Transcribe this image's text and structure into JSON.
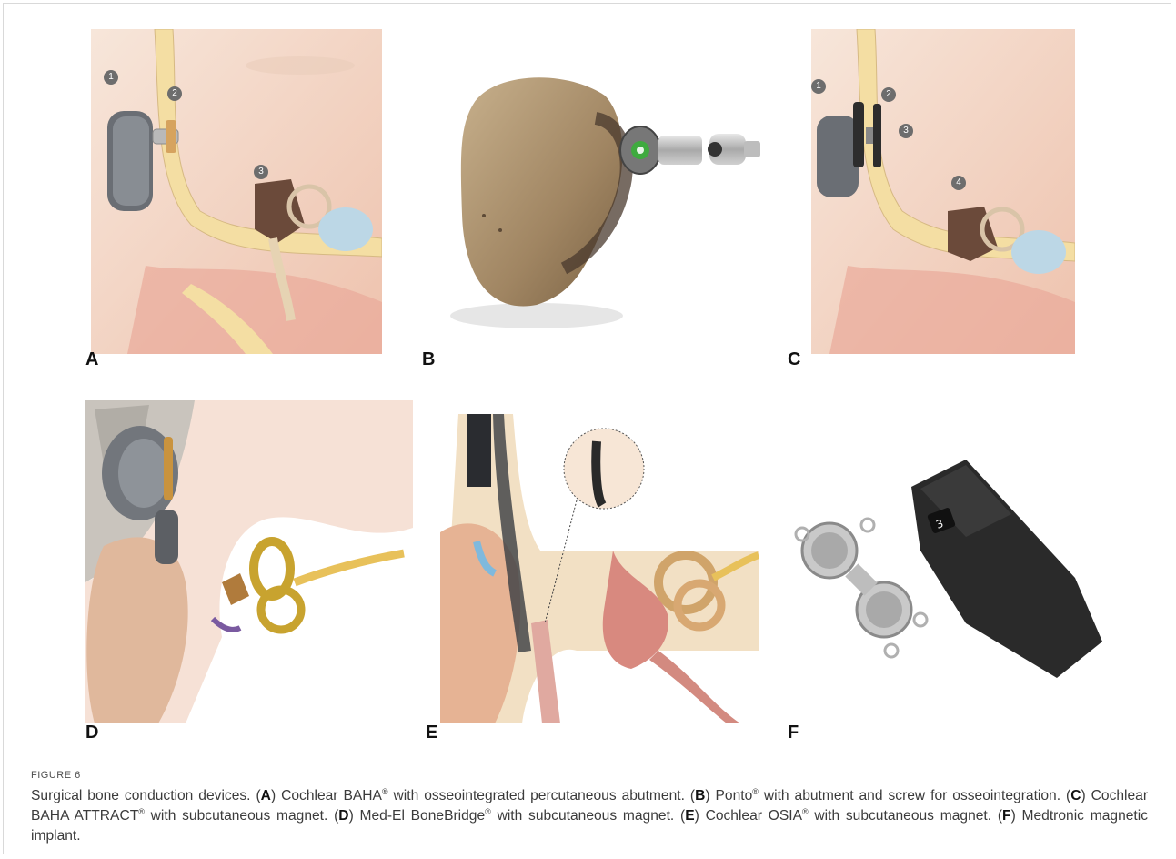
{
  "figure": {
    "label": "FIGURE 6",
    "panels": [
      {
        "letter": "A",
        "callouts": [
          "1",
          "2",
          "3"
        ]
      },
      {
        "letter": "B",
        "callouts": []
      },
      {
        "letter": "C",
        "callouts": [
          "1",
          "2",
          "3",
          "4"
        ]
      },
      {
        "letter": "D",
        "callouts": []
      },
      {
        "letter": "E",
        "callouts": []
      },
      {
        "letter": "F",
        "callouts": []
      }
    ],
    "implant_dial_number": "3",
    "caption": {
      "lead": "Surgical bone conduction devices.",
      "items": [
        {
          "ref": "A",
          "name": "Cochlear BAHA",
          "mark": "®",
          "rest": "with osseointegrated percutaneous abutment."
        },
        {
          "ref": "B",
          "name": "Ponto",
          "mark": "®",
          "rest": "with abutment and screw for osseointegration."
        },
        {
          "ref": "C",
          "name": "Cochlear BAHA ATTRACT",
          "mark": "®",
          "rest": "with subcutaneous magnet."
        },
        {
          "ref": "D",
          "name": "Med-El BoneBridge",
          "mark": "®",
          "rest": "with subcutaneous magnet."
        },
        {
          "ref": "E",
          "name": "Cochlear OSIA",
          "mark": "®",
          "rest": "with subcutaneous magnet."
        },
        {
          "ref": "F",
          "name": "Medtronic magnetic implant.",
          "mark": "",
          "rest": ""
        }
      ]
    }
  },
  "colors": {
    "skin": "#f3d9c8",
    "bone": "#f2dca6",
    "device_gray": "#5f6369",
    "device_bronze": "#a8906a",
    "cochlea_blue": "#bcd7e6",
    "ossicle_brown": "#6b4a3a",
    "nerve_gold": "#e8c15a",
    "implant_black": "#2a2a2a",
    "badge_gray": "#6d6d6d"
  }
}
